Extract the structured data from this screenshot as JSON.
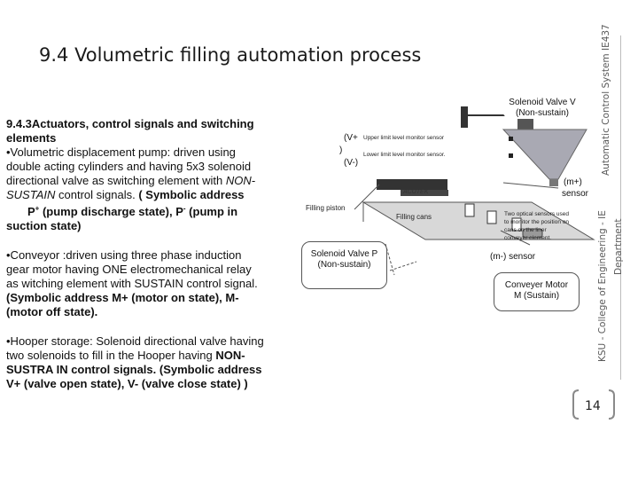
{
  "slide": {
    "title": "9.4  Volumetric filling automation process",
    "sidebar_top": "Automatic Control System IE437",
    "sidebar_bottom_1": "KSU - College of Engineering - IE",
    "sidebar_bottom_2": "Department",
    "page_number": "14"
  },
  "text": {
    "p1_heading_1": "9.4.3Actuators, control signals and switching",
    "p1_heading_2": "elements",
    "p1_line_1": "•Volumetric displacement pump: driven using",
    "p1_line_2": "double acting cylinders and having 5x3 solenoid",
    "p1_line_3_plain": "directional valve as switching element with ",
    "p1_line_3_italic": "NON-",
    "p1_line_4_italic": "SUSTAIN",
    "p1_line_4_plain": " control signals. ",
    "p1_line_4_bold": "( Symbolic address",
    "p1_line_5_a": "P",
    "p1_line_5_sup_a": "+",
    "p1_line_5_b": " (pump discharge state), P",
    "p1_line_5_sup_b": "-",
    "p1_line_5_c": " (pump in",
    "p1_line_6": "suction state)",
    "p2_line_1": "•Conveyor :driven using three phase induction",
    "p2_line_2": "gear motor having ONE electromechanical relay",
    "p2_line_3": "as witching element with SUSTAIN control signal.",
    "p2_line_4": "(Symbolic address  M+ (motor on state), M-",
    "p2_line_5": "(motor off state).",
    "p3_line_1": "•Hooper storage: Solenoid directional valve having",
    "p3_line_2_plain": "two solenoids to fill in the Hooper having ",
    "p3_line_2_bold": "NON-",
    "p3_line_3": "SUSTRA IN control signals.  (Symbolic address",
    "p3_line_4": "V+ (valve open state), V- (valve close state) )"
  },
  "diagram": {
    "valve_v_line1": "Solenoid Valve V",
    "valve_v_line2": "(Non-sustain)",
    "v_plus": "(V+",
    "upper_limit": "Upper limit level monitor sensor",
    "paren": ")",
    "lower_limit": "Lower limit level monitor sensor.",
    "v_minus": "(V-)",
    "m_plus": "(m+)",
    "sensor": "sensor",
    "filling_piston": "Filling piston",
    "filling_cans": "Filling cans",
    "logo": "ACUTEK",
    "optical_1": "Two optical sensors used",
    "optical_2": "to monitor the position on",
    "optical_3": "cans on the liner",
    "optical_4": "conveyer element.",
    "valve_p_line1": "Solenoid Valve P",
    "valve_p_line2": "(Non-sustain)",
    "m_minus_sensor": "(m-) sensor",
    "motor_line1": "Conveyer Motor",
    "motor_line2": "M (Sustain)"
  }
}
